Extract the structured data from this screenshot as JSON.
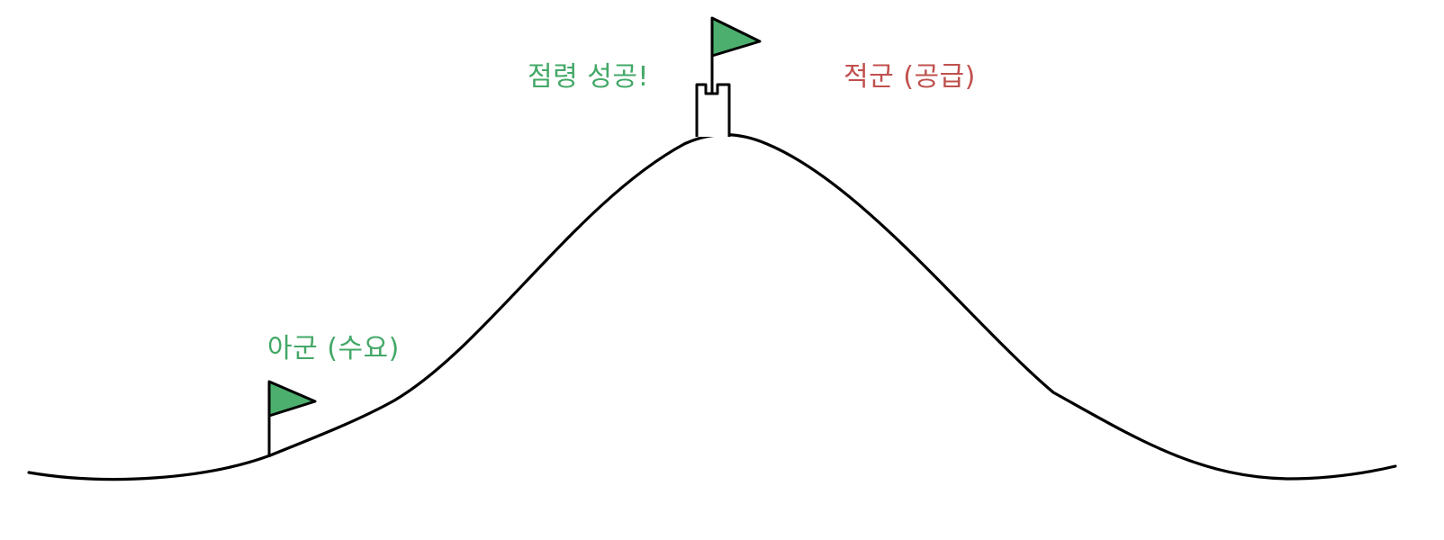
{
  "labels": {
    "capture_success": "점령 성공!",
    "enemy": "적군 (공급)",
    "ally": "아군 (수요)"
  },
  "colors": {
    "flag_fill": "#4caf6e",
    "success_text": "#43a867",
    "enemy_text": "#c0504d",
    "ally_text": "#43a867",
    "stroke": "#000000"
  },
  "icons": {
    "summit_flag": "flag-icon",
    "ally_flag": "flag-icon",
    "summit_tower": "tower-icon"
  }
}
